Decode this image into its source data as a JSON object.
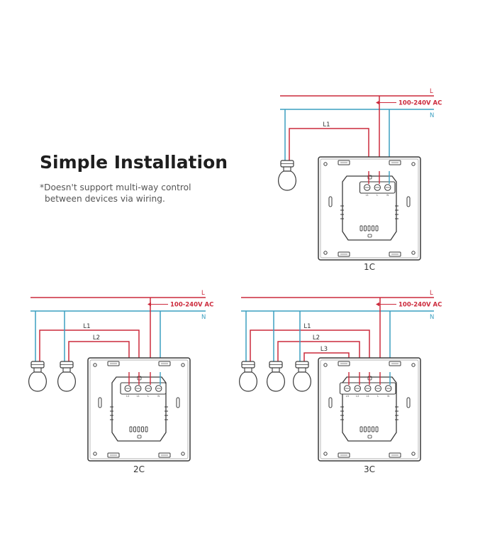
{
  "heading": {
    "title": "Simple Installation"
  },
  "note": {
    "line1": "*Doesn't support multi-way control",
    "line2": "between devices via wiring."
  },
  "colors": {
    "live": "#cc2a3c",
    "neutral": "#3a9fc1",
    "outline": "#3a3a3a"
  },
  "diagrams": [
    {
      "id": "1c",
      "caption": "1C",
      "live_label": "L",
      "neutral_label": "N",
      "voltage_label": "100-240V AC",
      "circuit_labels": [
        "L1"
      ],
      "terminal_labels": [
        "L1",
        "L",
        "N"
      ]
    },
    {
      "id": "2c",
      "caption": "2C",
      "live_label": "L",
      "neutral_label": "N",
      "voltage_label": "100-240V AC",
      "circuit_labels": [
        "L1",
        "L2"
      ],
      "terminal_labels": [
        "L2",
        "L1",
        "L",
        "N"
      ]
    },
    {
      "id": "3c",
      "caption": "3C",
      "live_label": "L",
      "neutral_label": "N",
      "voltage_label": "100-240V AC",
      "circuit_labels": [
        "L1",
        "L2",
        "L3"
      ],
      "terminal_labels": [
        "L3",
        "L2",
        "L1",
        "L",
        "N"
      ]
    }
  ]
}
